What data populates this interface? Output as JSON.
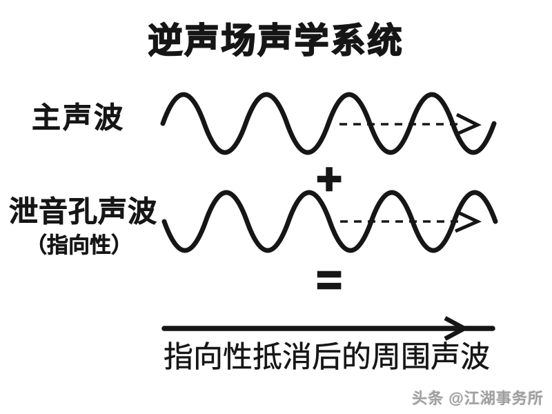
{
  "page": {
    "background": "#ffffff",
    "ink": "#161616"
  },
  "title": "逆声场声学系统",
  "waves": {
    "main": {
      "label": "主声波"
    },
    "leak": {
      "label": "泄音孔声波",
      "sublabel": "（指向性）"
    }
  },
  "operators": {
    "plus": "+",
    "equals": "="
  },
  "result": {
    "label": "指向性抵消后的周围声波"
  },
  "watermark": {
    "text": "头条 @江湖事务所",
    "color": "#9e9e9e"
  }
}
